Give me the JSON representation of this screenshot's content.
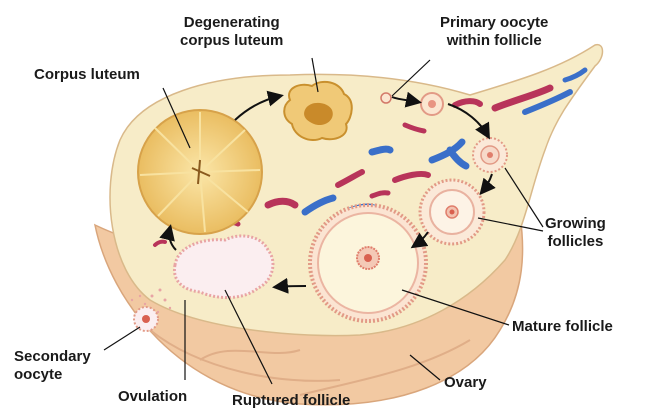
{
  "labels": {
    "degenerating_corpus_luteum": "Degenerating\ncorpus luteum",
    "primary_oocyte": "Primary oocyte\nwithin follicle",
    "corpus_luteum": "Corpus luteum",
    "growing_follicles": "Growing\nfollicles",
    "mature_follicle": "Mature follicle",
    "secondary_oocyte": "Secondary\noocyte",
    "ovulation": "Ovulation",
    "ruptured_follicle": "Ruptured follicle",
    "ovary": "Ovary"
  },
  "colors": {
    "ovary_outer": "#f2c9a2",
    "ovary_inner": "#f7ecc8",
    "corpus_luteum": "#f2cf7a",
    "follicle_ring": "#e9a38a",
    "vessel_red": "#b8345a",
    "vessel_blue": "#3a6fc9",
    "label_text": "#1a1a1a"
  }
}
